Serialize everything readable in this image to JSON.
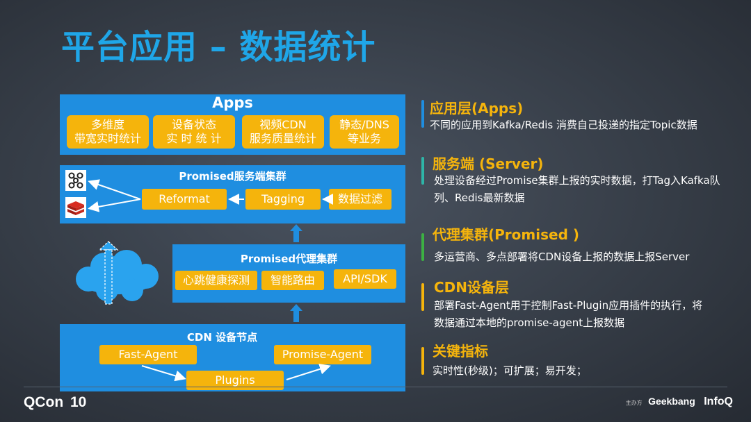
{
  "title": "平台应用 – 数据统计",
  "apps": {
    "title": "Apps",
    "items": [
      "多维度\n带宽实时统计",
      "设备状态\n实 时 统 计",
      "视频CDN\n服务质量统计",
      "静态/DNS\n等业务"
    ]
  },
  "server": {
    "title": "Promised服务端集群",
    "reformat": "Reformat",
    "tagging": "Tagging",
    "filter": "数据过滤"
  },
  "proxy": {
    "title": "Promised代理集群",
    "items": [
      "心跳健康探测",
      "智能路由",
      "API/SDK"
    ]
  },
  "cdn": {
    "title": "CDN 设备节点",
    "fast_agent": "Fast-Agent",
    "promise_agent": "Promise-Agent",
    "plugins": "Plugins"
  },
  "right": [
    {
      "heading": "应用层(Apps)",
      "text": "不同的应用到Kafka/Redis 消费自己投递的指定Topic数据",
      "color": "#1f8ee0"
    },
    {
      "heading": "服务端 (Server)",
      "text": "处理设备经过Promise集群上报的实时数据，打Tag入Kafka队列、Redis最新数据",
      "color": "#2eb5a8"
    },
    {
      "heading": "代理集群(Promised )",
      "text": "多运营商、多点部署将CDN设备上报的数据上报Server",
      "color": "#3cb043"
    },
    {
      "heading": "CDN设备层",
      "text": "部署Fast-Agent用于控制Fast-Plugin应用插件的执行，将数据通过本地的promise-agent上报数据",
      "color": "#f5b40c"
    },
    {
      "heading": "关键指标",
      "text": "实时性(秒级)；可扩展；易开发；",
      "color": "#f5b40c"
    }
  ],
  "footer": {
    "qcon": "QCon",
    "qcon_num": "10",
    "sponsor": "主办方",
    "geekbang": "Geekbang",
    "infoq": "InfoQ"
  },
  "icons": [
    "kafka-icon",
    "redis-icon",
    "cloud-icon"
  ]
}
